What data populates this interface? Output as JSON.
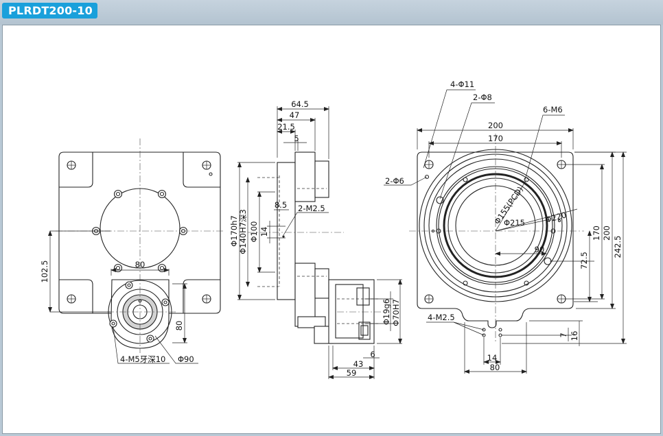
{
  "header": {
    "model": "PLRDT200-10"
  },
  "front_view": {
    "dim_width_102_5": "102.5",
    "dim_80_horizontal": "80",
    "dim_80_vertical": "80",
    "callout_threaded_holes": "4-M5牙深10",
    "callout_pilot_diameter": "Φ90"
  },
  "side_view": {
    "dim_64_5": "64.5",
    "dim_47": "47",
    "dim_21_5": "21.5",
    "dim_5": "5",
    "dim_8_5": "8.5",
    "dim_14": "14",
    "dim_170h7": "Φ170h7",
    "dim_140h7": "Φ140H7深3",
    "dim_100": "Φ100",
    "callout_2_m2_5": "2-M2.5",
    "dim_19g6": "Φ19g6",
    "dim_70h7": "Φ70H7",
    "dim_6": "6",
    "dim_43": "43",
    "dim_59": "59"
  },
  "top_view": {
    "callout_4_phi11": "4-Φ11",
    "callout_2_phi8": "2-Φ8",
    "callout_6_m6": "6-M6",
    "callout_2_phi6": "2-Φ6",
    "dim_200_top": "200",
    "dim_170_top": "170",
    "dim_pcd155": "Φ155(PCD)",
    "dim_215": "Φ215",
    "dim_220": "Φ220",
    "dim_90": "90",
    "dim_72_5": "72.5",
    "dim_170_right": "170",
    "dim_200_right": "200",
    "dim_242_5": "242.5",
    "callout_4_m2_5": "4-M2.5",
    "dim_7": "7",
    "dim_16": "16",
    "dim_14_bottom": "14",
    "dim_80_bottom": "80"
  }
}
